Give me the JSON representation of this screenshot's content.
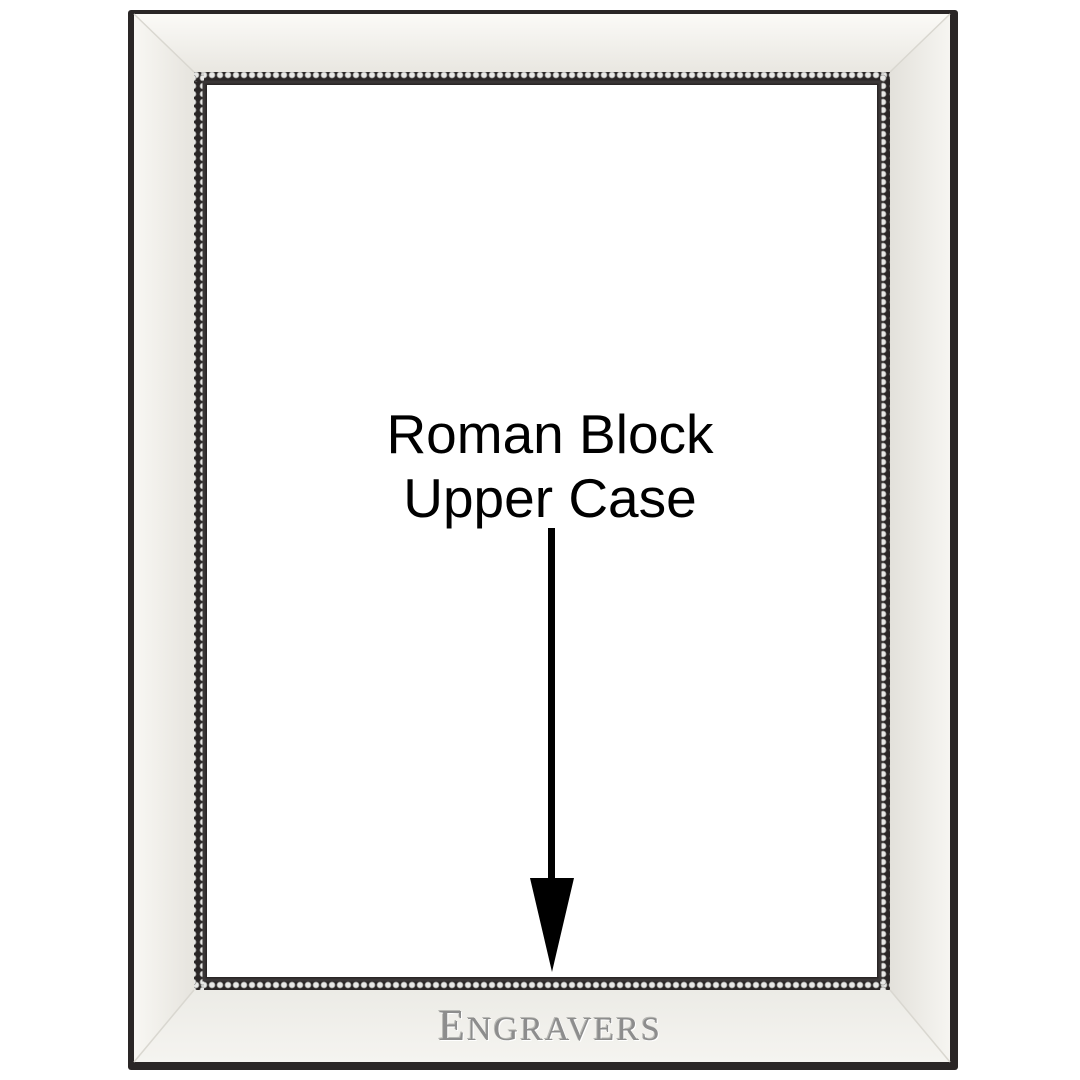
{
  "caption": {
    "line1": "Roman Block",
    "line2": "Upper Case"
  },
  "engraving": {
    "first_letter": "E",
    "rest": "NGRAVERS"
  },
  "colors": {
    "frame_silver": "#f3f1ec",
    "frame_back": "#2a2626",
    "bead": "#b5b5b2",
    "caption_text": "#000000",
    "engraving_text": "#8d8d8d"
  },
  "icons": {
    "arrow": "down-arrow-icon"
  }
}
